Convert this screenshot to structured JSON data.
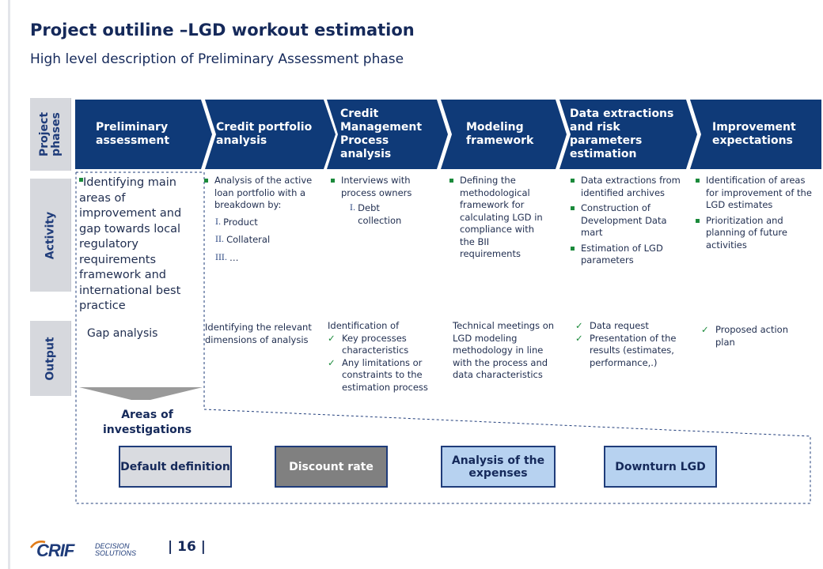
{
  "header": {
    "title": "Project outiline –LGD workout estimation",
    "subtitle": "High level description of Preliminary Assessment phase"
  },
  "rows": {
    "project_phases": "Project phases",
    "activity": "Activity",
    "output": "Output"
  },
  "phases": [
    "Preliminary assessment",
    "Credit portfolio analysis",
    "Credit Management Process analysis",
    "Modeling framework",
    "Data extractions and risk parameters estimation",
    "Improvement expectations"
  ],
  "activities": {
    "col1": "Identifying main areas of improvement and gap towards local regulatory requirements framework and international best practice",
    "col2": {
      "text": "Analysis of the active loan portfolio with a breakdown by:",
      "items": [
        {
          "n": "I.",
          "t": "Product"
        },
        {
          "n": "II.",
          "t": "Collateral"
        },
        {
          "n": "III.",
          "t": "…"
        }
      ]
    },
    "col3": {
      "text": "Interviews with process owners",
      "items": [
        {
          "n": "I.",
          "t": "Debt collection"
        }
      ]
    },
    "col4": "Defining the methodological framework for calculating LGD in compliance with the BII requirements",
    "col5": [
      "Data extractions from identified archives",
      "Construction of Development Data mart",
      "Estimation of LGD parameters"
    ],
    "col6": [
      "Identification of areas for improvement of the LGD estimates",
      "Prioritization and planning of future activities"
    ]
  },
  "outputs": {
    "col1": "Gap analysis",
    "col2": "Identifying the relevant dimensions of analysis",
    "col3": {
      "text": "Identification of",
      "items": [
        "Key processes characteristics",
        "Any limitations or constraints to the estimation process"
      ]
    },
    "col4": "Technical meetings on LGD modeling methodology in line with the process and data characteristics",
    "col5": [
      "Data request",
      "Presentation of the results (estimates, performance,.)"
    ],
    "col6": [
      "Proposed action plan"
    ]
  },
  "investigations": {
    "label": "Areas of investigations",
    "boxes": [
      {
        "label": "Default definition"
      },
      {
        "label": "Discount rate"
      },
      {
        "label": "Analysis of the expenses"
      },
      {
        "label": "Downturn LGD"
      }
    ]
  },
  "footer": {
    "logo_main": "CRIF",
    "logo_sub1": "DECISION",
    "logo_sub2": "SOLUTIONS",
    "page": "| 16 |"
  },
  "colors": {
    "navy": "#0f3a78",
    "bullet_green": "#1b8a3b",
    "box_light": "#d9dbe0",
    "box_grey": "#808080",
    "box_blue": "#b7d2f0"
  }
}
